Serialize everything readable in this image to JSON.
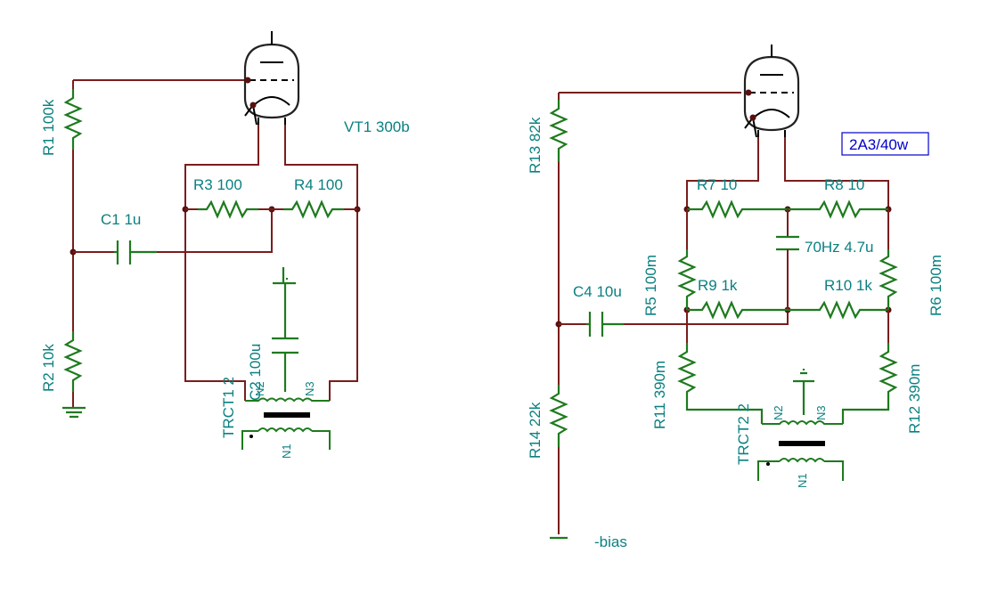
{
  "left_stage": {
    "tube_label": "VT1 300b",
    "r1": "R1 100k",
    "r2": "R2 10k",
    "r3": "R3 100",
    "r4": "R4 100",
    "c1": "C1 1u",
    "c2": "C2 100u",
    "trct": "TRCT1 2",
    "n1": "N1",
    "n2": "N2",
    "n3": "N3"
  },
  "right_stage": {
    "tube_label": "2A3/40w",
    "r13": "R13 82k",
    "r14": "R14 22k",
    "r5": "R5 100m",
    "r6": "R6 100m",
    "r7": "R7 10",
    "r8": "R8 10",
    "r9": "R9 1k",
    "r10": "R10 1k",
    "r11": "R11 390m",
    "r12": "R12 390m",
    "c4": "C4 10u",
    "c_mid": "70Hz 4.7u",
    "trct": "TRCT2 2",
    "n1": "N1",
    "n2": "N2",
    "n3": "N3",
    "bias": "-bias"
  },
  "colors": {
    "wire": "#7a1d1d",
    "component": "#1e7a1e",
    "label": "#0b8080",
    "box_label": "#0000cc"
  }
}
